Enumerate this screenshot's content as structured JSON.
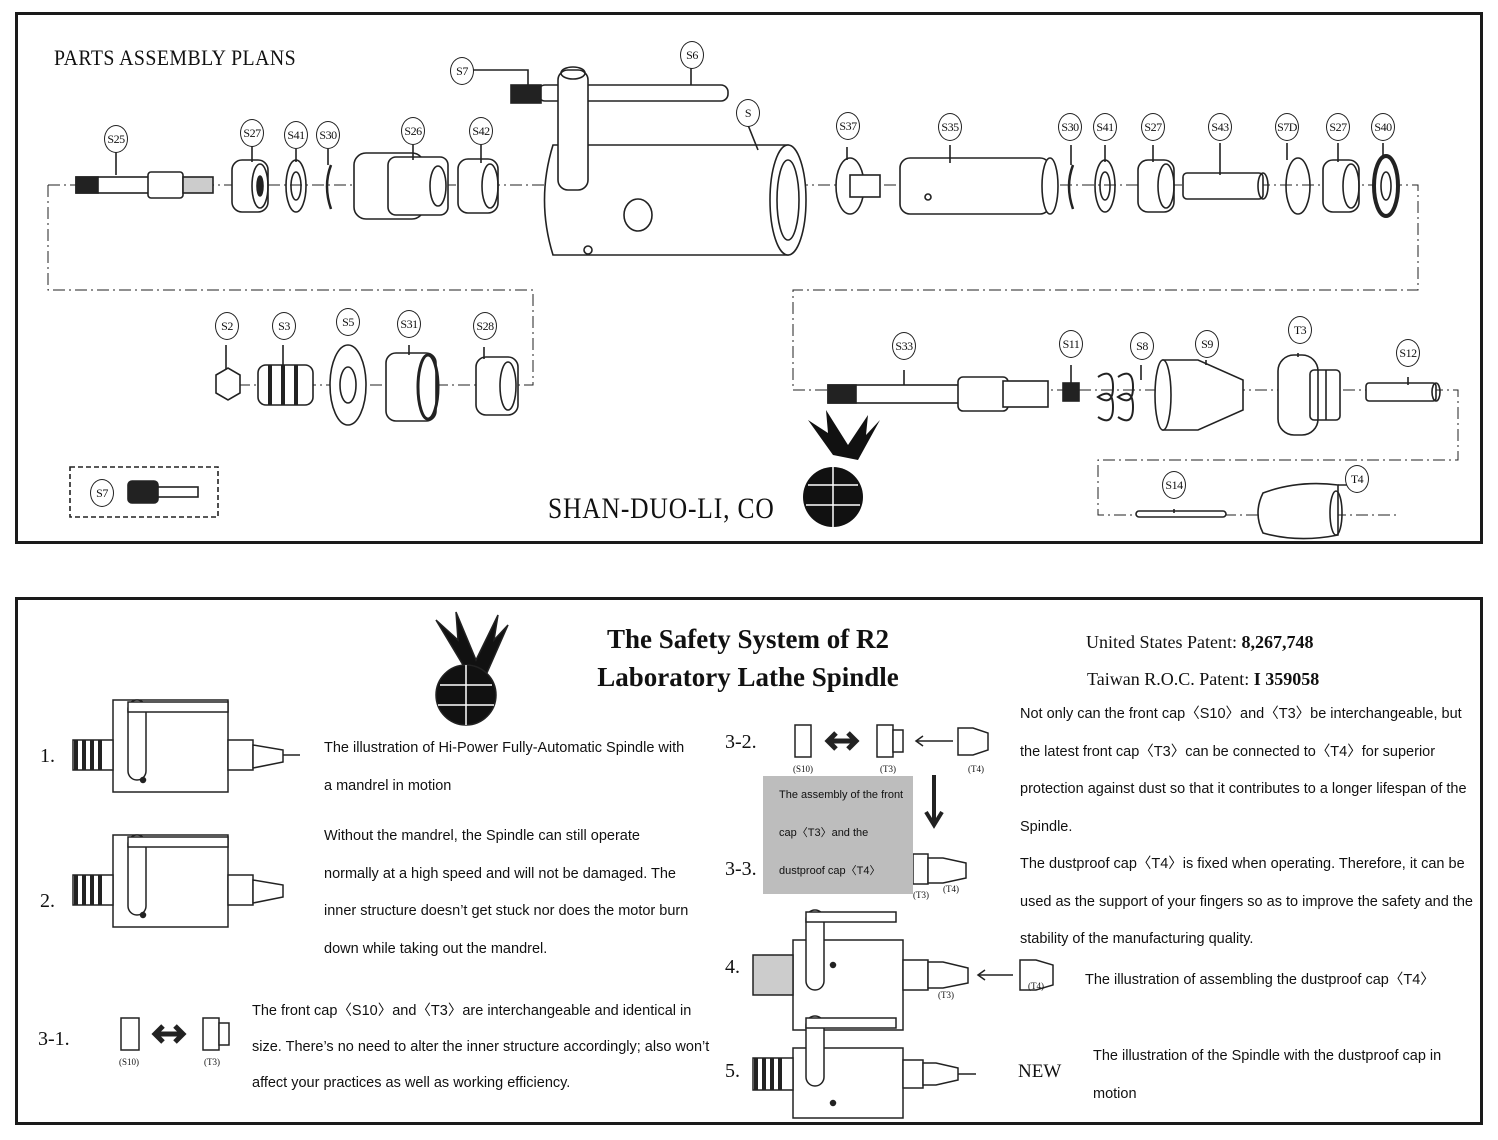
{
  "top": {
    "title": "PARTS ASSEMBLY PLANS",
    "company": "SHAN-DUO-LI, CO",
    "part_labels": [
      "S25",
      "S27",
      "S41",
      "S30",
      "S26",
      "S42",
      "S7",
      "S6",
      "S",
      "S37",
      "S35",
      "S30",
      "S41",
      "S27",
      "S43",
      "S7D",
      "S27",
      "S40",
      "S2",
      "S3",
      "S5",
      "S31",
      "S28",
      "S33",
      "S11",
      "S8",
      "S9",
      "T3",
      "S12",
      "S14",
      "T4",
      "S7"
    ]
  },
  "bottom": {
    "title_line1": "The Safety System of R2",
    "title_line2": "Laboratory Lathe Spindle",
    "patent_us_label": "United States Patent: ",
    "patent_us_number": "8,267,748",
    "patent_tw_label": "Taiwan R.O.C. Patent: ",
    "patent_tw_number": "I 359058",
    "step_labels": [
      "1.",
      "2.",
      "3-1.",
      "3-2.",
      "3-3.",
      "4.",
      "5.",
      "NEW"
    ],
    "text_step1": "The illustration of Hi-Power Fully-Automatic Spindle with a mandrel in motion",
    "text_step2": "Without the mandrel, the Spindle can still operate normally at a high speed and will not be damaged. The inner structure doesn’t get stuck nor does the motor burn down while taking out the mandrel.",
    "text_step31": "The front cap〈S10〉and〈T3〉are interchangeable and identical in size. There’s no need to alter the inner structure accordingly; also won’t affect your practices as well as working efficiency.",
    "text_gray": "The assembly of the front cap〈T3〉and the dustproof cap〈T4〉",
    "text_right1": "Not only can the front cap〈S10〉and〈T3〉be interchangeable, but the latest front cap〈T3〉can be connected to〈T4〉for superior protection against dust so that it contributes to a longer lifespan of the Spindle.",
    "text_right2": "The dustproof cap〈T4〉is fixed when operating. Therefore, it can be used as the support of your fingers so as to improve the safety and the stability of the manufacturing quality.",
    "text_step4": "The illustration of assembling the dustproof cap〈T4〉",
    "text_step5": "The illustration of the Spindle with the dustproof cap in motion",
    "part_small": [
      "(S10)",
      "(T3)",
      "(S10)",
      "(T3)",
      "(T4)",
      "(T3)",
      "(T4)",
      "(T3)",
      "(T4)"
    ]
  }
}
